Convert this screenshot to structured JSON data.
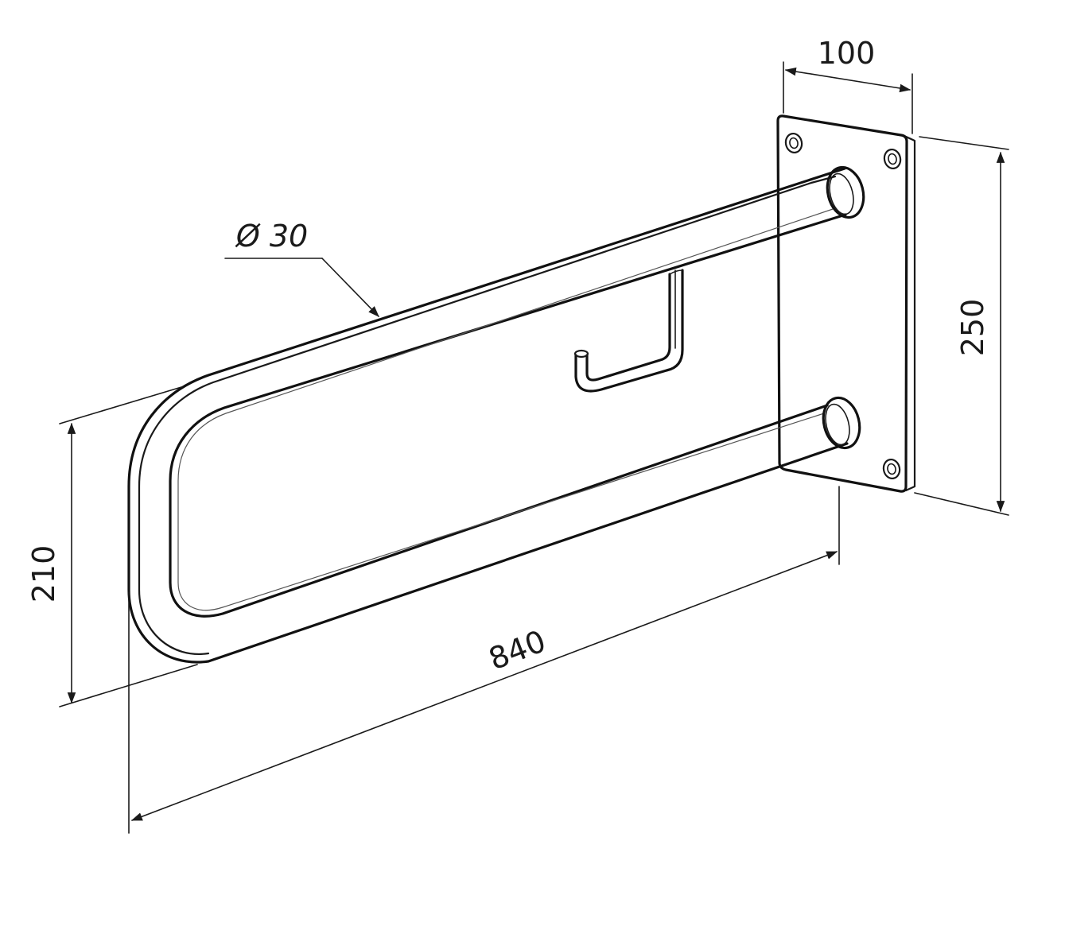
{
  "dimensions": {
    "plate_width": "100",
    "plate_height": "250",
    "bar_spacing": "210",
    "bar_length": "840",
    "tube_diameter": "Ø 30"
  }
}
